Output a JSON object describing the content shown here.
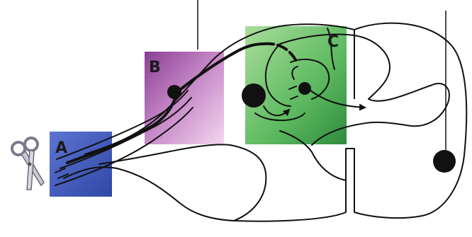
{
  "regions": [
    {
      "label": "A",
      "color": "#3f58b8"
    },
    {
      "label": "B",
      "color": "#a04ea8"
    },
    {
      "label": "C",
      "color": "#3aa64a"
    }
  ],
  "icons": {
    "scissors": "scissors-icon"
  }
}
